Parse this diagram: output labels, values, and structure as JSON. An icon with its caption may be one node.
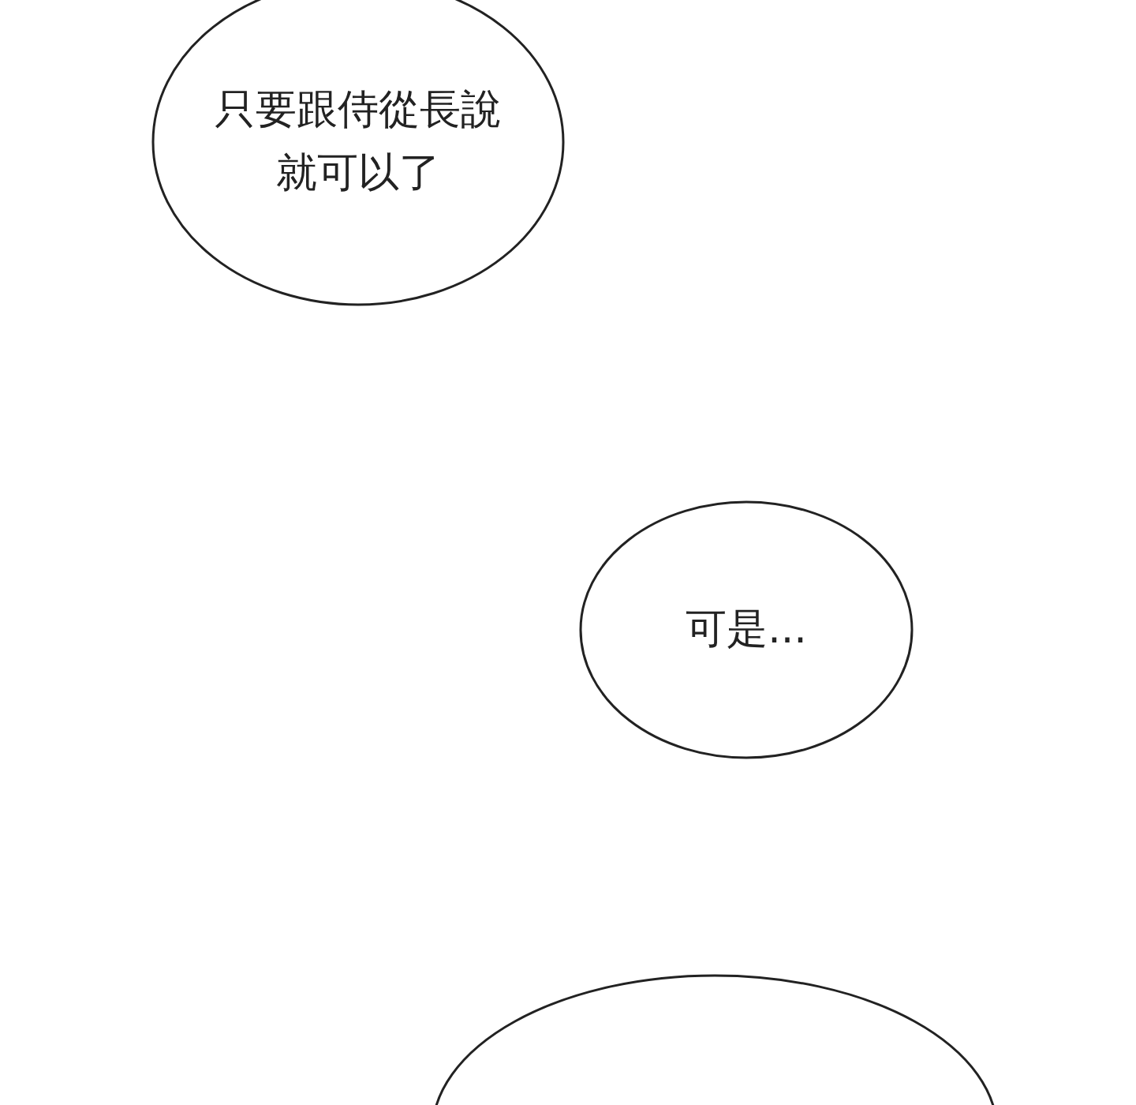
{
  "diagram": {
    "nodes": [
      {
        "text": [
          "只要跟侍從長說就可以了"
        ]
      },
      {
        "text": [
          "可是..."
        ]
      },
      {
        "text": [],
        "shape": "ellipse"
      }
    ],
    "edges": []
  }
}
